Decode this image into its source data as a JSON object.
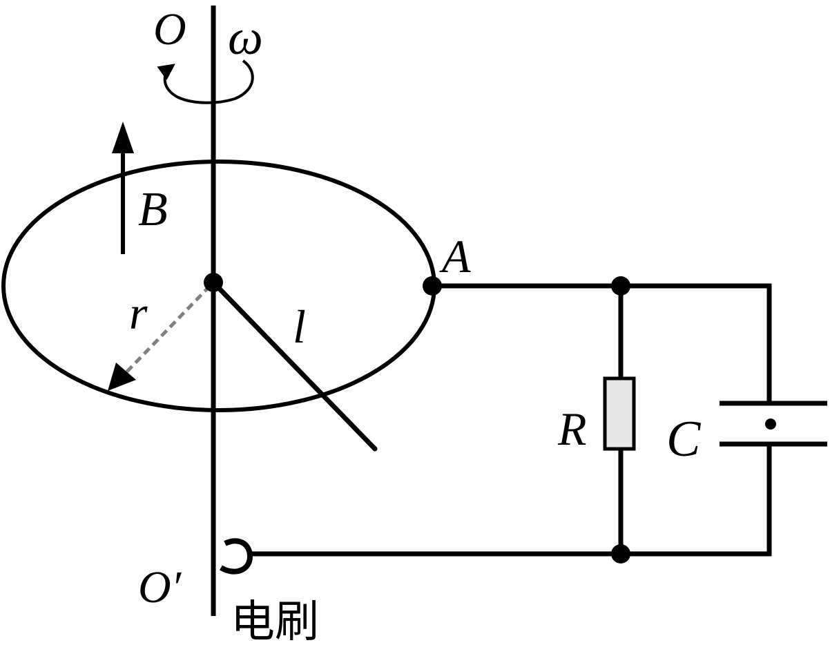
{
  "labels": {
    "axis_top": "O",
    "omega": "ω",
    "field": "B",
    "radius": "r",
    "rod": "l",
    "point_a": "A",
    "resistor": "R",
    "capacitor": "C",
    "axis_bottom": "O′",
    "brush": "电刷"
  },
  "colors": {
    "line": "#000000",
    "radius_dashed": "#808080",
    "resistor_fill": "#e8e8e8",
    "background": "#ffffff"
  }
}
